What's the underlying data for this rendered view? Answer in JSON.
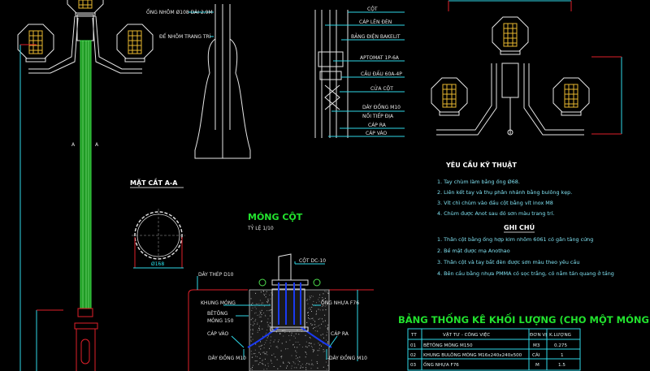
{
  "pole_detail": {
    "tube_label": "ỐNG NHÔM Ø108 DÀI 2.9M",
    "base_label": "ĐẾ NHÔM TRANG TRÍ",
    "section_marker": "A"
  },
  "cable_detail": {
    "labels": [
      "CỘT",
      "CÁP LÊN ĐÈN",
      "BẢNG ĐIỆN BAKELIT",
      "APTOMAT 1P-6A",
      "CẦU ĐẤU 60A-4P",
      "CỬA CỘT",
      "DÂY ĐỒNG M10",
      "NỐI TIẾP ĐỊA",
      "CÁP RA",
      "CÁP VÀO"
    ]
  },
  "section": {
    "title": "MẶT CẮT A-A",
    "diameter": "Ø168"
  },
  "foundation": {
    "title": "MÓNG CỘT",
    "scale": "TỶ LỆ 1/10",
    "labels": {
      "pole": "CỘT DC-10",
      "wire": "DÂY THÉP D10",
      "frame": "KHUNG MÓNG",
      "concrete_1": "BÊTÔNG",
      "concrete_2": "MÓNG 150",
      "cable_in": "CÁP VÀO",
      "copper_left": "DÂY ĐỒNG M10",
      "pipe": "ỐNG NHỰA F76",
      "cable_out": "CÁP RA",
      "copper_right": "DÂY ĐỒNG M10"
    }
  },
  "requirements": {
    "title": "YÊU CẦU KỸ THUẬT",
    "items": [
      "1. Tay chùm làm bằng ống Ø68.",
      "2. Liên kết tay và thụ phân nhánh bằng bulông kẹp.",
      "3. Vít chì chùm vào đầu cột bằng vít inox M8",
      "4. Chùm được Anot sau đó sơn màu trang trí."
    ]
  },
  "notes": {
    "title": "GHI CHÚ",
    "items": [
      "1. Thân cột bằng ống hợp kim nhôm 6061 có gân tăng cứng",
      "2. Bề mặt được mạ Anothao",
      "3. Thân cột và tay bắt đèn được sơn màu theo yêu cầu",
      "4. Bên cầu bằng nhựa PMMA có sọc trắng, có nắm tán quang ở tầng"
    ]
  },
  "quantity_table": {
    "title": "BẢNG THỐNG KÊ KHỐI LƯỢNG (CHO MỘT MÓNG)",
    "headers": [
      "TT",
      "VẬT TƯ - CÔNG VIỆC",
      "ĐƠN VỊ",
      "K.LƯỢNG"
    ],
    "rows": [
      [
        "01",
        "BÊTÔNG MÓNG M150",
        "M3",
        "0.275"
      ],
      [
        "02",
        "KHUNG BULÔNG MÓNG M16x240x240x500",
        "CÁI",
        "1"
      ],
      [
        "03",
        "ỐNG NHỰA F76",
        "M",
        "1.5"
      ]
    ]
  },
  "colors": {
    "background": "#000000",
    "shaft": "#22c02a",
    "base": "#e0202a",
    "dimension": "#2fd8e8",
    "lamp_core": "#e8b830",
    "title_green": "#22e22e"
  }
}
